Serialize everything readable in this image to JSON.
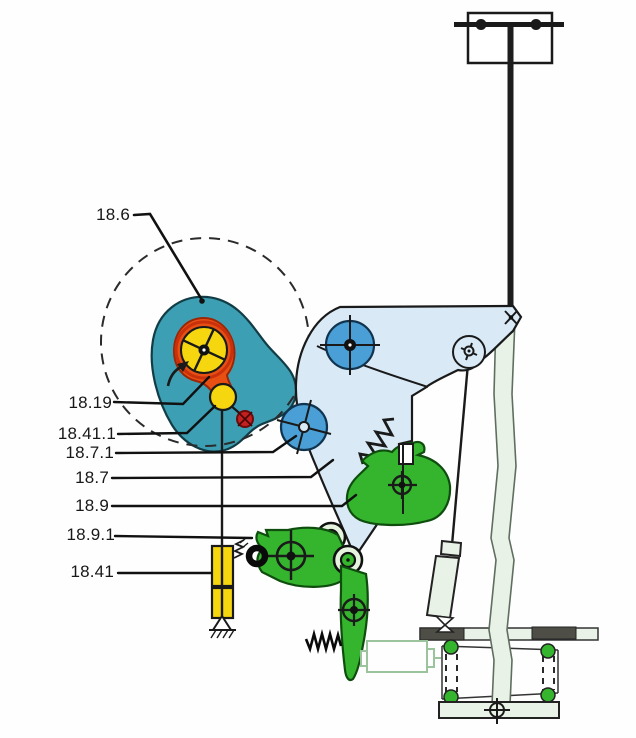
{
  "figure": {
    "callouts": [
      "18.6",
      "18.19",
      "18.41.1",
      "18.7.1",
      "18.7",
      "18.9",
      "18.9.1",
      "18.41"
    ]
  },
  "colors": {
    "cam_teal": "#3d9fb3",
    "eccentric_orange": "#e84f12",
    "wheel_yellow": "#f6d60e",
    "knob_red": "#c42020",
    "lever_blue": "#d9eaf6",
    "pulley_blue": "#4a9fd6",
    "link_green": "#35b42e",
    "roller_ring": "#e6f3df",
    "pale_green": "#e9f2e6",
    "bar_dark": "#4e4e46",
    "ink": "#1a1a1a"
  }
}
